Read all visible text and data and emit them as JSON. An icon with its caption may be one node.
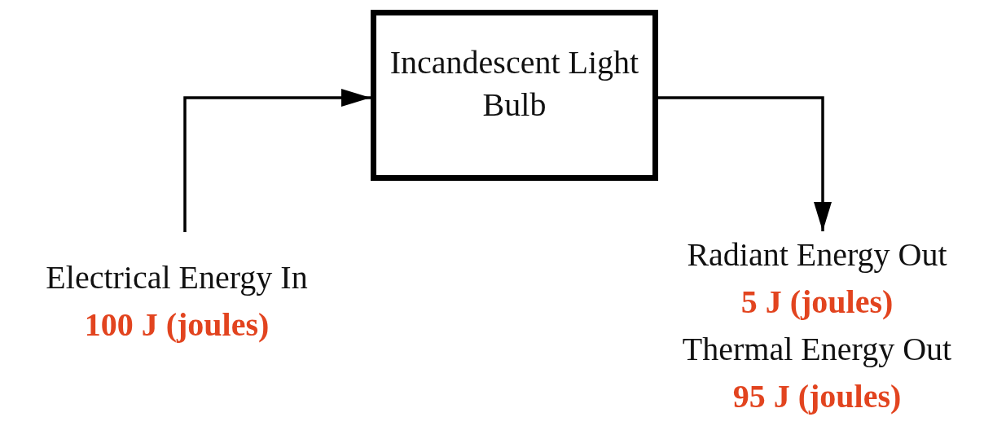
{
  "diagram": {
    "nodes": [
      {
        "text": [
          "Incandescent Light Bulb"
        ]
      },
      {
        "text": [
          "Electrical Energy In",
          "100 J (joules)"
        ]
      },
      {
        "text": [
          "Radiant Energy Out",
          "5 J (joules)",
          "Thermal Energy Out",
          "95 J (joules)"
        ]
      }
    ],
    "edges": [
      {
        "from": 1,
        "to": 0,
        "arrow": "to"
      },
      {
        "from": 0,
        "to": 2,
        "arrow": "to"
      }
    ]
  }
}
